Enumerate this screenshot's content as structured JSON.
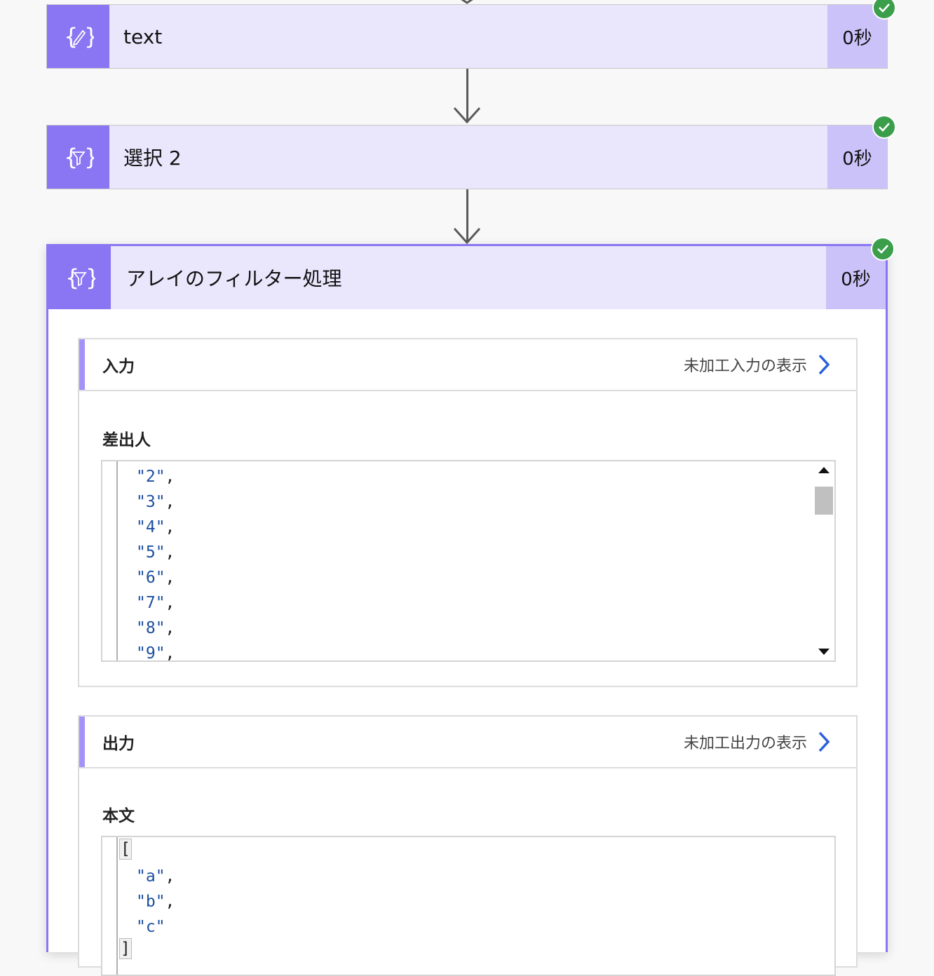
{
  "steps": [
    {
      "title": "text",
      "duration": "0秒",
      "icon": "edit-braces-icon"
    },
    {
      "title": "選択 2",
      "duration": "0秒",
      "icon": "filter-braces-icon"
    }
  ],
  "active_step": {
    "title": "アレイのフィルター処理",
    "duration": "0秒",
    "icon": "filter-braces-icon",
    "input": {
      "header": "入力",
      "raw_link": "未加工入力の表示",
      "field_label": "差出人",
      "code_lines": [
        {
          "value": "\"2\"",
          "punct": ","
        },
        {
          "value": "\"3\"",
          "punct": ","
        },
        {
          "value": "\"4\"",
          "punct": ","
        },
        {
          "value": "\"5\"",
          "punct": ","
        },
        {
          "value": "\"6\"",
          "punct": ","
        },
        {
          "value": "\"7\"",
          "punct": ","
        },
        {
          "value": "\"8\"",
          "punct": ","
        },
        {
          "value": "\"9\"",
          "punct": ","
        }
      ]
    },
    "output": {
      "header": "出力",
      "raw_link": "未加工出力の表示",
      "field_label": "本文",
      "open_bracket": "[",
      "close_bracket": "]",
      "code_lines": [
        {
          "value": "\"a\"",
          "punct": ","
        },
        {
          "value": "\"b\"",
          "punct": ","
        },
        {
          "value": "\"c\"",
          "punct": ""
        }
      ]
    }
  },
  "colors": {
    "accent": "#8a75f3",
    "card_bg": "#eae7fd",
    "duration_bg": "#ccc2fa",
    "success": "#3a9e4a",
    "link_chevron": "#2b5fd9",
    "code_string": "#1e4fa0"
  }
}
